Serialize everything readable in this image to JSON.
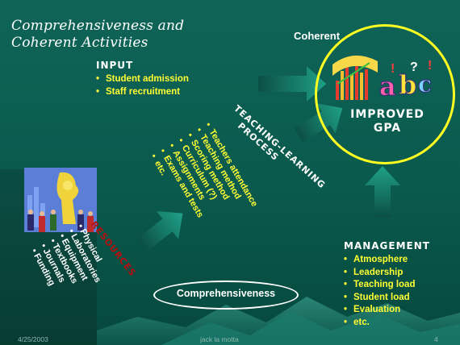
{
  "title": [
    "Comprehensiveness and",
    "Coherent Activities"
  ],
  "input": {
    "heading": "INPUT",
    "items": [
      "Student admission",
      "Staff recruitment"
    ]
  },
  "coherent_label": "Coherent",
  "gpa": [
    "IMPROVED",
    "GPA"
  ],
  "teaching": {
    "heading": [
      "TEACHING-LEARNING",
      "PROCESS"
    ],
    "items": [
      "Teachers attendance",
      "Teaching method",
      "Scoring method",
      "Curriculum (?)",
      "Assignments",
      "Exams and tests",
      "etc."
    ]
  },
  "resources": {
    "heading": "RESOURCES",
    "items": [
      "Physical",
      "Laboratories",
      "Equipment",
      "Textbooks",
      "Journals",
      "Funding"
    ]
  },
  "management": {
    "heading": "MANAGEMENT",
    "items": [
      "Atmosphere",
      "Leadership",
      "Teaching load",
      "Student load",
      "Evaluation",
      "etc."
    ]
  },
  "comprehensiveness_label": "Comprehensiveness",
  "footer": {
    "date": "4/25/2003",
    "author": "jack la motta",
    "page": "4"
  },
  "colors": {
    "background": "#0f6457",
    "bullet_text": "#ffff33",
    "circle": "#ffff22",
    "resources_heading": "#b31010"
  }
}
